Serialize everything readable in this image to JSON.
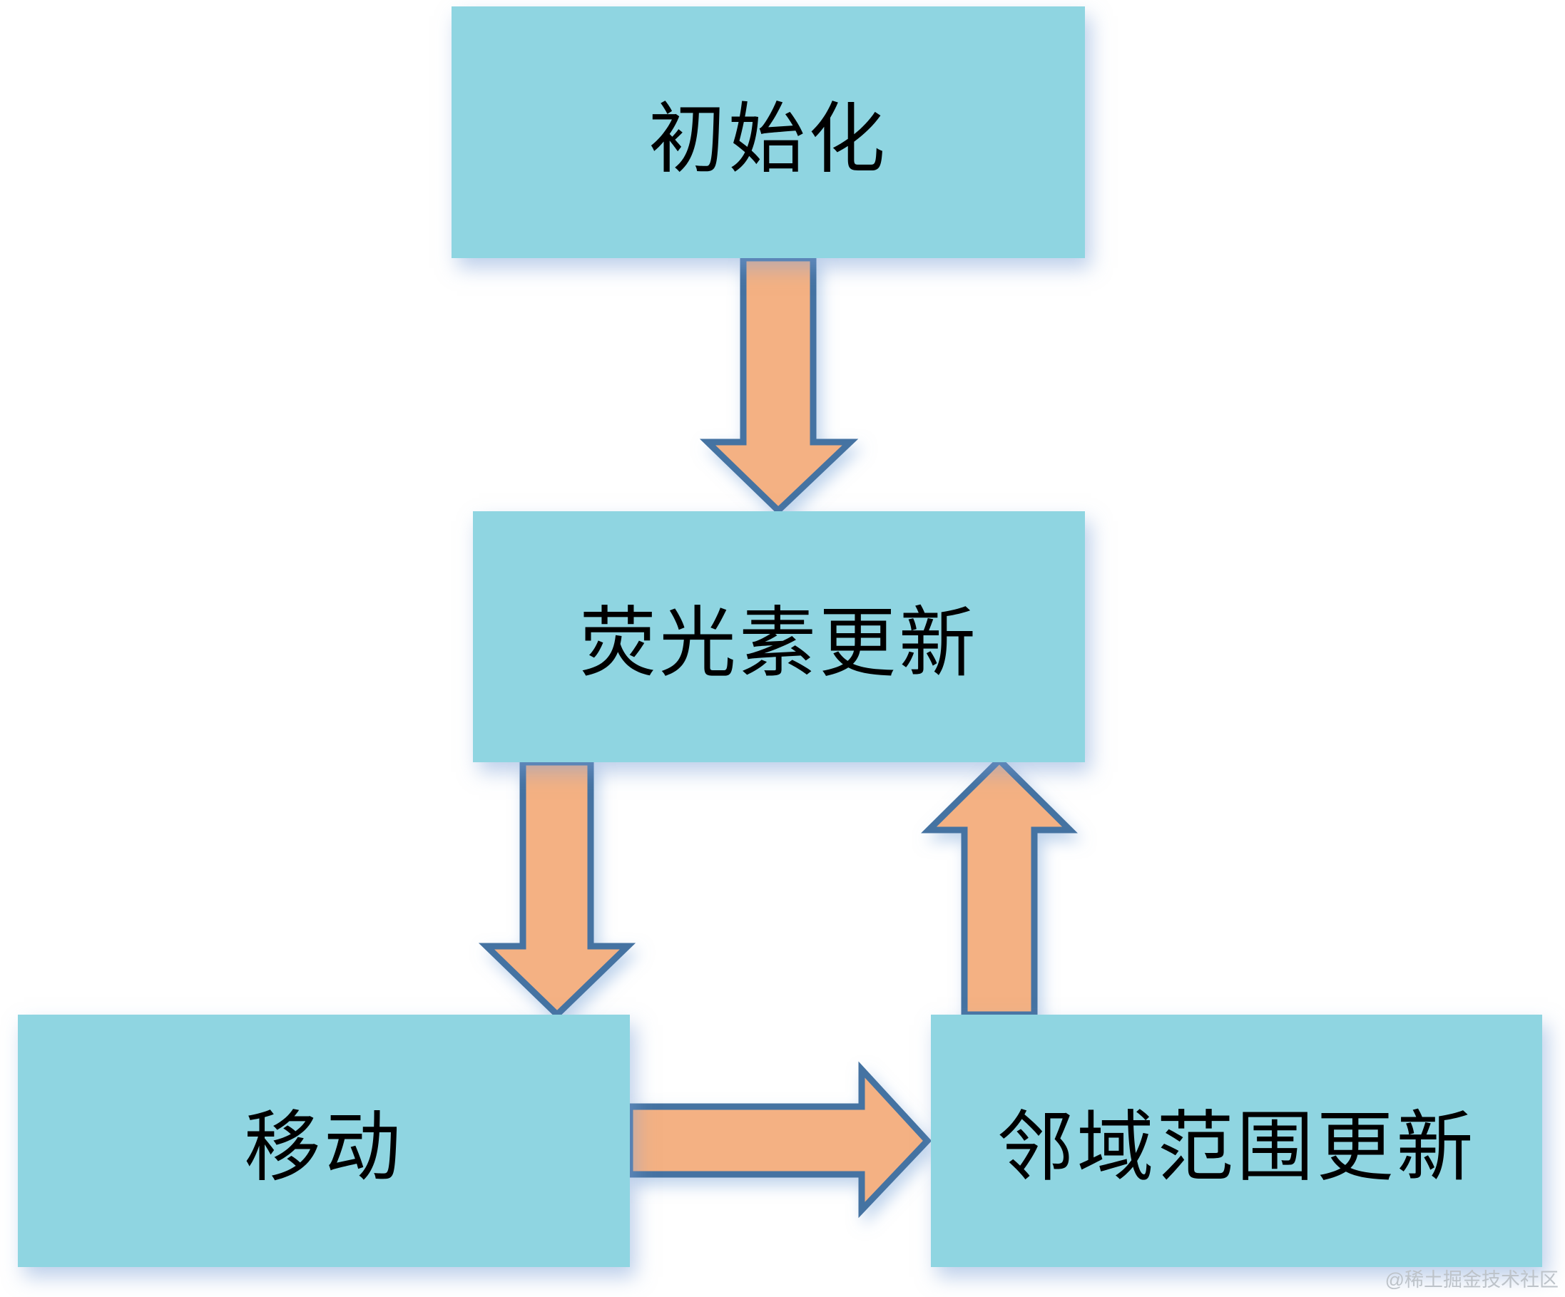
{
  "diagram": {
    "type": "flowchart",
    "nodes": [
      {
        "id": "init",
        "label": "初始化"
      },
      {
        "id": "luciferin",
        "label": "荧光素更新"
      },
      {
        "id": "move",
        "label": "移动"
      },
      {
        "id": "neighborhood",
        "label": "邻域范围更新"
      }
    ],
    "edges": [
      {
        "from": "init",
        "to": "luciferin",
        "direction": "down"
      },
      {
        "from": "luciferin",
        "to": "move",
        "direction": "down"
      },
      {
        "from": "move",
        "to": "neighborhood",
        "direction": "right"
      },
      {
        "from": "neighborhood",
        "to": "luciferin",
        "direction": "up"
      }
    ]
  },
  "watermark": {
    "text": "@稀土掘金技术社区"
  },
  "theme": {
    "background": "#FFFFFF",
    "node_fill": "#8FD5E1",
    "node_text_color": "#000000",
    "arrow_fill": "#F4B183",
    "arrow_border": "#4573A2",
    "watermark_color": "#BDC3C9"
  }
}
